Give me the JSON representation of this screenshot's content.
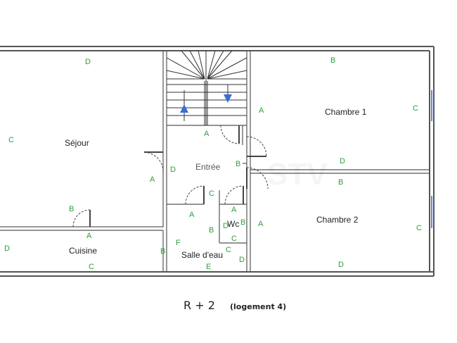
{
  "colors": {
    "wall": "#555555",
    "label_green": "#2e9e3a",
    "arrow_blue": "#3a6fd0",
    "window": "#3b5fc8"
  },
  "caption": {
    "level": "R + 2",
    "unit": "(logement 4)"
  },
  "watermark": "STV",
  "rooms": {
    "sejour": "Séjour",
    "cuisine": "Cuisine",
    "entree": "Entrée",
    "salle_eau": "Salle d'eau",
    "wc": "Wc",
    "chambre1": "Chambre 1",
    "chambre2": "Chambre 2"
  },
  "wall_labels": [
    {
      "id": "sejour-d",
      "text": "D"
    },
    {
      "id": "sejour-c",
      "text": "C"
    },
    {
      "id": "sejour-b",
      "text": "B"
    },
    {
      "id": "sejour-a",
      "text": "A"
    },
    {
      "id": "cuisine-a",
      "text": "A"
    },
    {
      "id": "cuisine-d",
      "text": "D"
    },
    {
      "id": "cuisine-c",
      "text": "C"
    },
    {
      "id": "cuisine-b",
      "text": "B"
    },
    {
      "id": "entree-a",
      "text": "A"
    },
    {
      "id": "entree-d",
      "text": "D"
    },
    {
      "id": "entree-b",
      "text": "B"
    },
    {
      "id": "entree-c",
      "text": "C"
    },
    {
      "id": "sde-a",
      "text": "A"
    },
    {
      "id": "sde-b",
      "text": "B"
    },
    {
      "id": "sde-f",
      "text": "F"
    },
    {
      "id": "sde-e",
      "text": "E"
    },
    {
      "id": "sde-c",
      "text": "C"
    },
    {
      "id": "sde-d",
      "text": "D"
    },
    {
      "id": "wc-a",
      "text": "A"
    },
    {
      "id": "wc-d",
      "text": "D"
    },
    {
      "id": "wc-b",
      "text": "B"
    },
    {
      "id": "wc-c",
      "text": "C"
    },
    {
      "id": "ch1-b",
      "text": "B"
    },
    {
      "id": "ch1-a",
      "text": "A"
    },
    {
      "id": "ch1-c",
      "text": "C"
    },
    {
      "id": "ch1-d",
      "text": "D"
    },
    {
      "id": "ch2-b",
      "text": "B"
    },
    {
      "id": "ch2-a",
      "text": "A"
    },
    {
      "id": "ch2-c",
      "text": "C"
    },
    {
      "id": "ch2-d",
      "text": "D"
    }
  ]
}
